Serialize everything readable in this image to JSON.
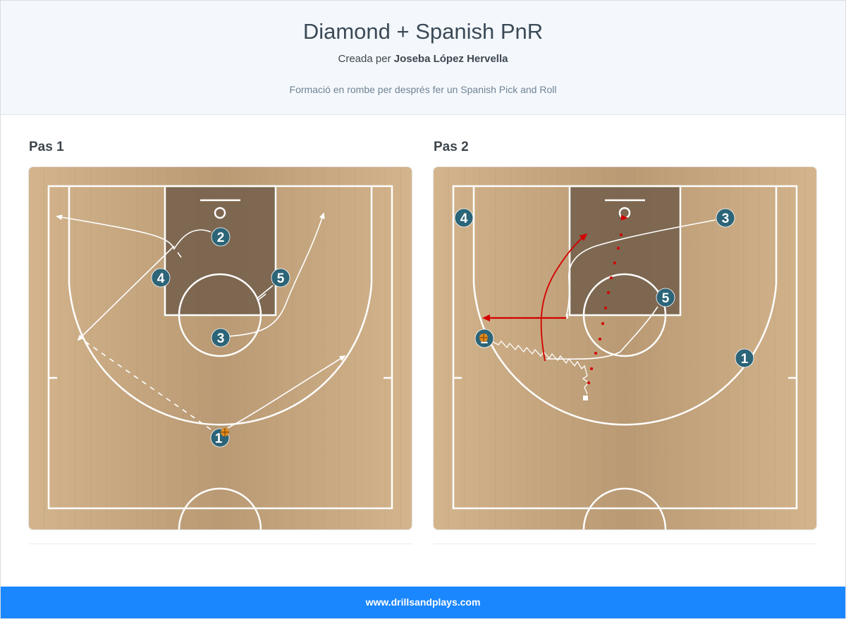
{
  "header": {
    "title": "Diamond + Spanish PnR",
    "author_prefix": "Creada per",
    "author_name": "Joseba López Hervella",
    "description": "Formació en rombe per després fer un Spanish Pick and Roll"
  },
  "steps": [
    {
      "title": "Pas 1",
      "players": [
        {
          "id": "2",
          "label": "2"
        },
        {
          "id": "4",
          "label": "4"
        },
        {
          "id": "5",
          "label": "5"
        },
        {
          "id": "3",
          "label": "3"
        },
        {
          "id": "1",
          "label": "1",
          "has_ball": true
        }
      ]
    },
    {
      "title": "Pas 2",
      "players": [
        {
          "id": "4",
          "label": "4"
        },
        {
          "id": "3",
          "label": "3"
        },
        {
          "id": "5",
          "label": "5"
        },
        {
          "id": "1",
          "label": "1"
        },
        {
          "id": "2",
          "label": "2",
          "has_ball": true
        }
      ]
    }
  ],
  "footer": {
    "url": "www.drillsandplays.com"
  },
  "colors": {
    "player_fill": "#2c6478",
    "court_wood": "#c5a27a",
    "paint": "#7a6450",
    "action_red": "#d40000",
    "footer_blue": "#1a87ff"
  }
}
